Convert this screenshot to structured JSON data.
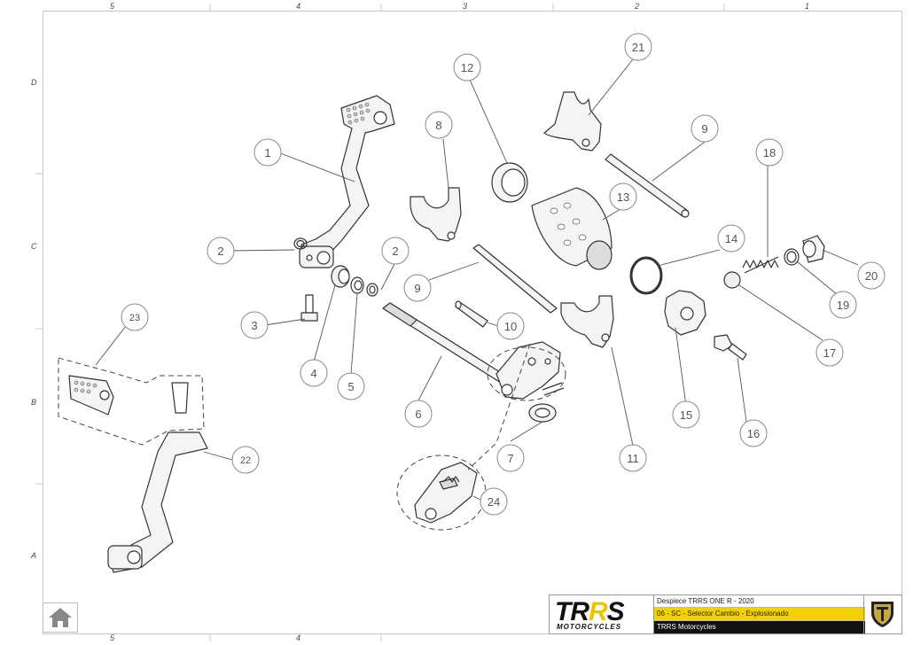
{
  "zones": {
    "top": [
      "5",
      "4",
      "3",
      "2",
      "1"
    ],
    "bottom": [
      "5",
      "4"
    ],
    "side": [
      "D",
      "C",
      "B",
      "A"
    ]
  },
  "callouts": [
    "1",
    "2",
    "2",
    "3",
    "4",
    "5",
    "6",
    "7",
    "8",
    "9",
    "9",
    "10",
    "11",
    "12",
    "13",
    "14",
    "15",
    "16",
    "17",
    "18",
    "19",
    "20",
    "21",
    "22",
    "23",
    "24"
  ],
  "title_block": {
    "brand_main": "TR",
    "brand_accent": "R",
    "brand_end": "S",
    "brand_sub": "MOTORCYCLES",
    "row1": "Despiece TRRS ONE R - 2020",
    "row2": "06 - SC - Selector Cambio - Explosionado",
    "row3": "TRRS Motorcycles"
  },
  "colors": {
    "accent": "#f5d000",
    "line": "#555555",
    "frame": "#c8c8c8"
  }
}
